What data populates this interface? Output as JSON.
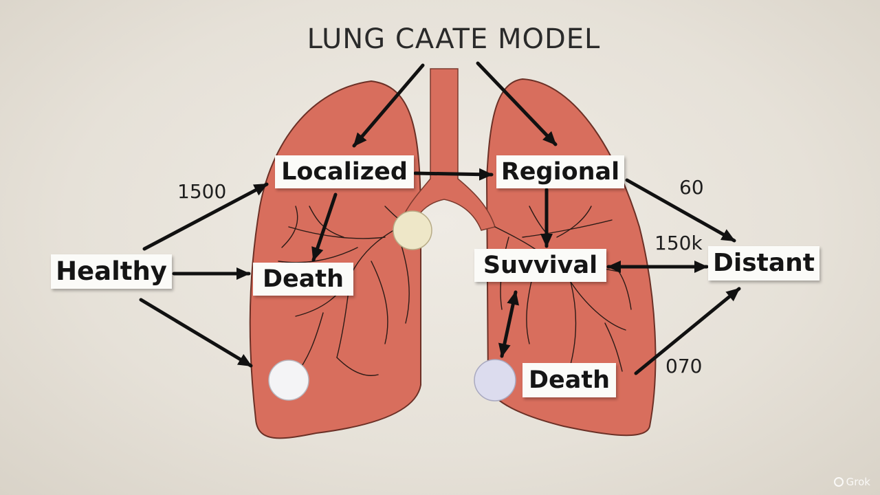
{
  "title": "LUNG CAATE MODEL",
  "states": {
    "healthy": "Healthy",
    "localized": "Localized",
    "regional": "Regional",
    "death_left": "Death",
    "survival": "Suvvival",
    "distant": "Distant",
    "death_right": "Death"
  },
  "numbers": {
    "healthy_to_localized": "1500",
    "regional_to_distant": "60",
    "survival_to_distant": "150k",
    "death_to_distant": "070"
  },
  "colors": {
    "lung": "#d86e5d",
    "lung_outline": "#5a2a22",
    "arrow": "#111111",
    "card_bg": "#fbfbf8",
    "dot_cream": "#eee7c8",
    "dot_white": "#f4f4f6",
    "dot_lavender": "#dcdcee"
  },
  "watermark": "Grok"
}
